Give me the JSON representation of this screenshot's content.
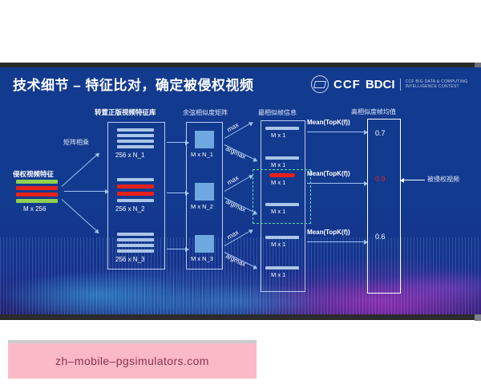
{
  "slide": {
    "title": "技术细节 – 特征比对，确定被侵权视频",
    "logo": {
      "ccf": "CCF",
      "bdci": "BDCI",
      "subtitle_line1": "CCF BIG DATA & COMPUTING",
      "subtitle_line2": "INTELLIGENCE CONTEST"
    },
    "captions": {
      "query_feature": "侵权视频特征",
      "matmul": "矩阵相乘",
      "transposed_db": "转置正版视频特征库",
      "cosine_matrix": "余弦相似度矩阵",
      "most_similar_frame": "最相似帧信息",
      "high_sim_mean": "高相似度帧均值",
      "infringed_video": "被侵权视频"
    },
    "query_block": {
      "label": "M x 256",
      "bars": [
        "green",
        "red",
        "red",
        "green"
      ]
    },
    "db_blocks": [
      {
        "label": "256 x N_1",
        "bars": [
          "blue",
          "blue",
          "blue",
          "blue"
        ]
      },
      {
        "label": "256 x N_2",
        "bars": [
          "blue",
          "red",
          "red",
          "blue"
        ]
      },
      {
        "label": "256 x N_3",
        "bars": [
          "blue",
          "blue",
          "blue",
          "blue"
        ]
      }
    ],
    "cosine_blocks": [
      {
        "label": "M x N_1"
      },
      {
        "label": "M x N_2"
      },
      {
        "label": "M x N_3"
      }
    ],
    "ops": [
      {
        "max": "max",
        "argmax": "argmax"
      },
      {
        "max": "max",
        "argmax": "argmax"
      },
      {
        "max": "max",
        "argmax": "argmax"
      }
    ],
    "frame_blocks": [
      {
        "label": "M x 1",
        "highlight": false
      },
      {
        "label": "M x 1",
        "highlight": false
      },
      {
        "label": "M x 1",
        "highlight": true
      },
      {
        "label": "M x 1",
        "highlight": false
      },
      {
        "label": "M x 1",
        "highlight": false
      },
      {
        "label": "M x 1",
        "highlight": false
      }
    ],
    "mean_ops": [
      "Mean(TopK(f))",
      "Mean(TopK(f))",
      "Mean(TopK(f))"
    ],
    "scores": [
      {
        "value": "0.7",
        "highlight": false
      },
      {
        "value": "0.9",
        "highlight": true
      },
      {
        "value": "0.6",
        "highlight": false
      }
    ],
    "colors": {
      "background": "#123a8f",
      "accent_red": "#e8211b",
      "accent_green": "#8fd14f",
      "bar_blue": "#aac6e8",
      "dash_green": "#5fdba0"
    }
  },
  "banner": {
    "url": "zh–mobile–pgsimulators.com",
    "background": "#fbb9c8",
    "text_color": "#8a3350"
  }
}
